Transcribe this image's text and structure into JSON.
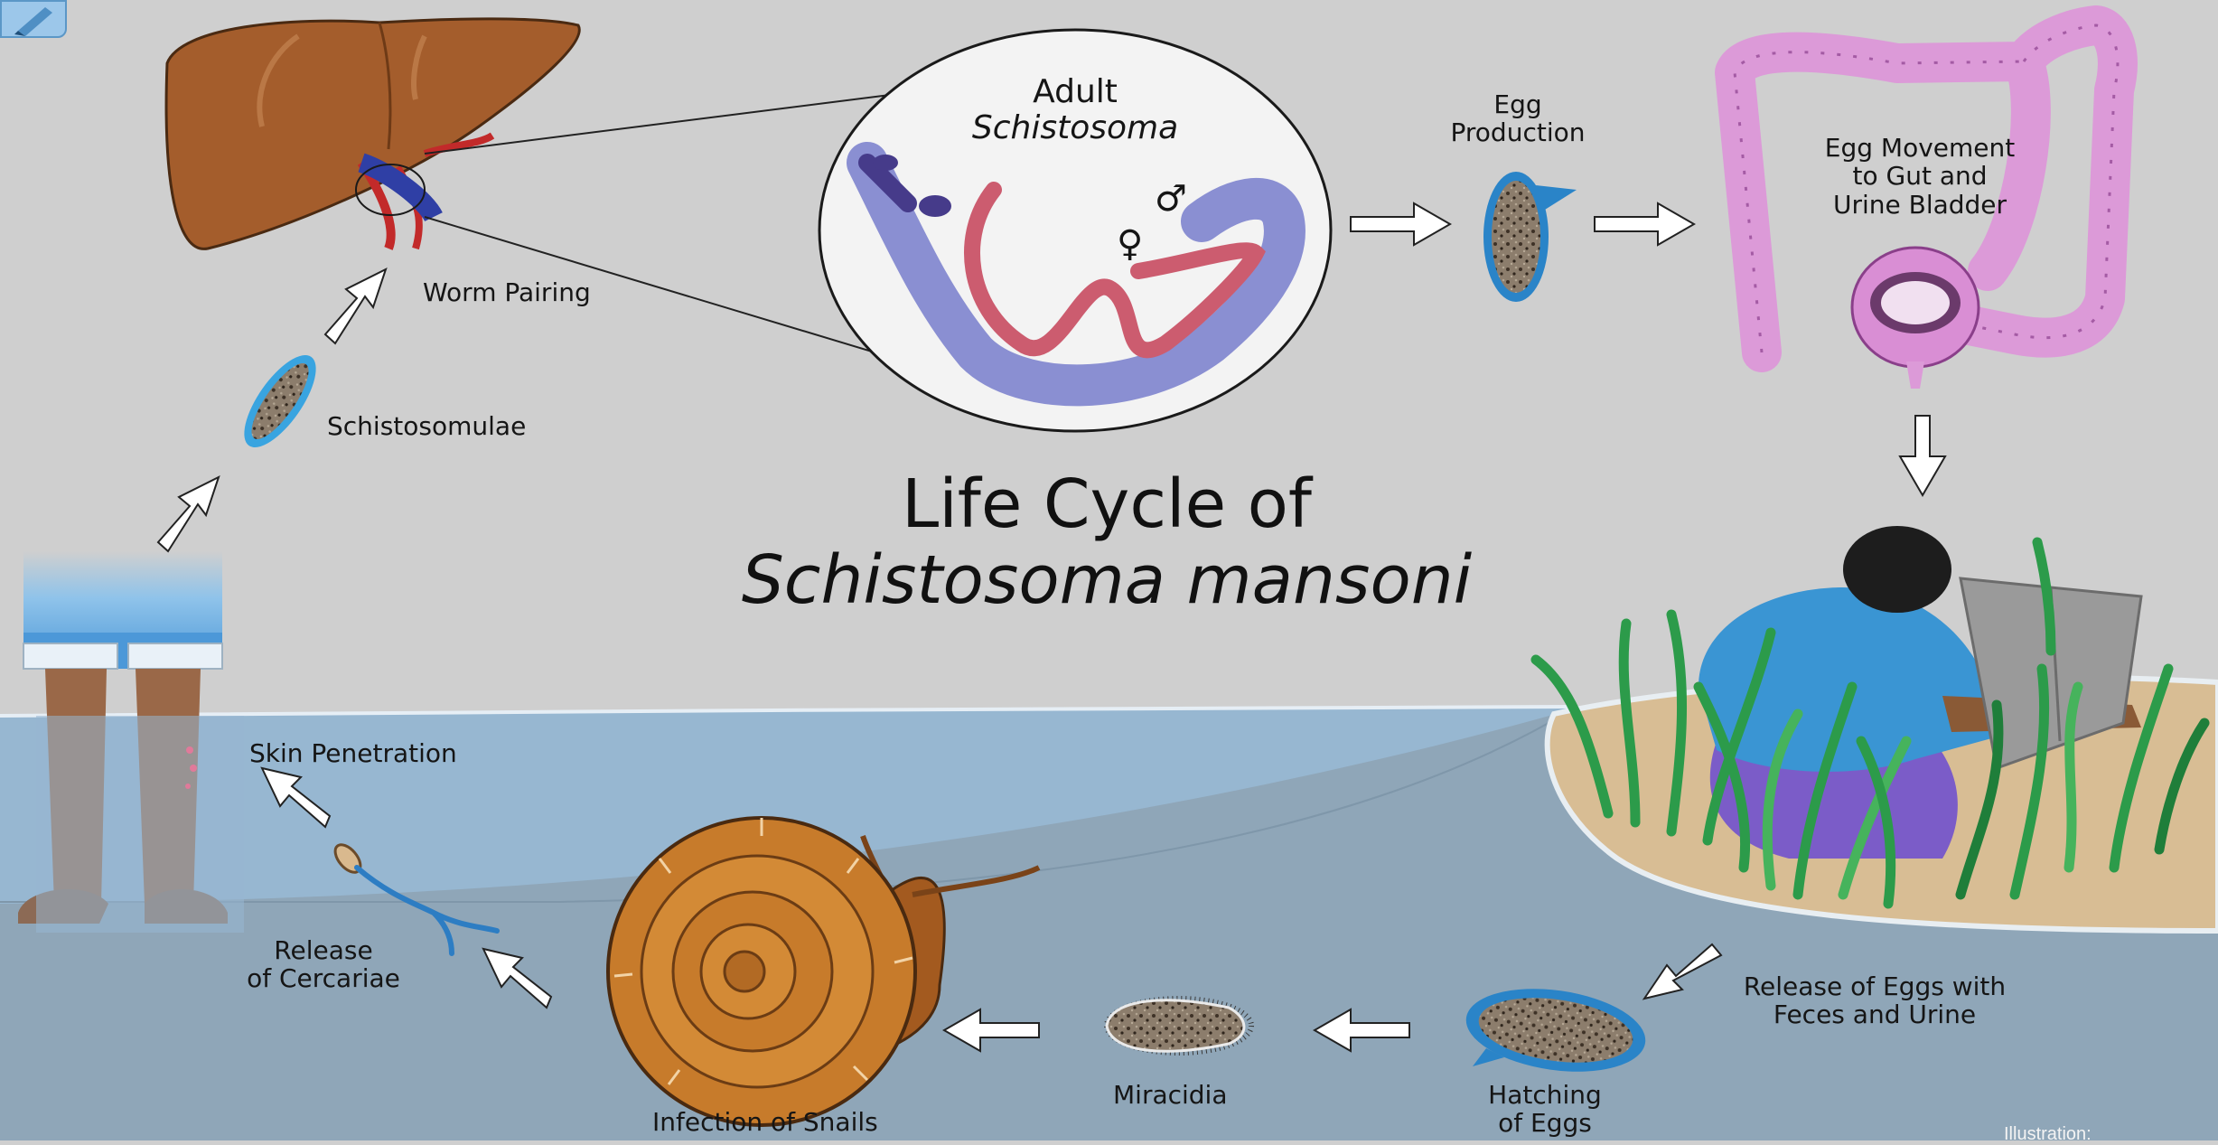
{
  "title": {
    "line1": "Life Cycle of",
    "line2": "Schistosoma mansoni"
  },
  "adult_label": {
    "line1": "Adult",
    "line2": "Schistosoma"
  },
  "labels": {
    "worm_pairing": "Worm Pairing",
    "schistosomulae": "Schistosomulae",
    "egg_production": [
      "Egg",
      "Production"
    ],
    "egg_movement": [
      "Egg Movement",
      "to Gut and",
      "Urine Bladder"
    ],
    "skin_penetration": "Skin Penetration",
    "release_cercariae": [
      "Release",
      "of Cercariae"
    ],
    "infection_snails": "Infection of Snails",
    "miracidia": "Miracidia",
    "hatching": [
      "Hatching",
      "of Eggs"
    ],
    "release_eggs": [
      "Release of Eggs with",
      "Feces and Urine"
    ],
    "male_symbol": "♂",
    "female_symbol": "♀",
    "credit": "Illustration:"
  },
  "colors": {
    "background": "#cfcfcf",
    "water_upper": "#97b7d1",
    "water_lower": "#8fa6b8",
    "sand": "#d8bd94",
    "liver": "#a45d2c",
    "intestine": "#dc9ad8",
    "snail_shell": "#c77b2b",
    "worm_male": "#8a8fd2",
    "worm_female": "#cc5c6f",
    "egg_outline": "#2a84c8",
    "shirt": "#3a95d3",
    "pants": "#7b5cc8",
    "grass": "#2c9b4a"
  }
}
